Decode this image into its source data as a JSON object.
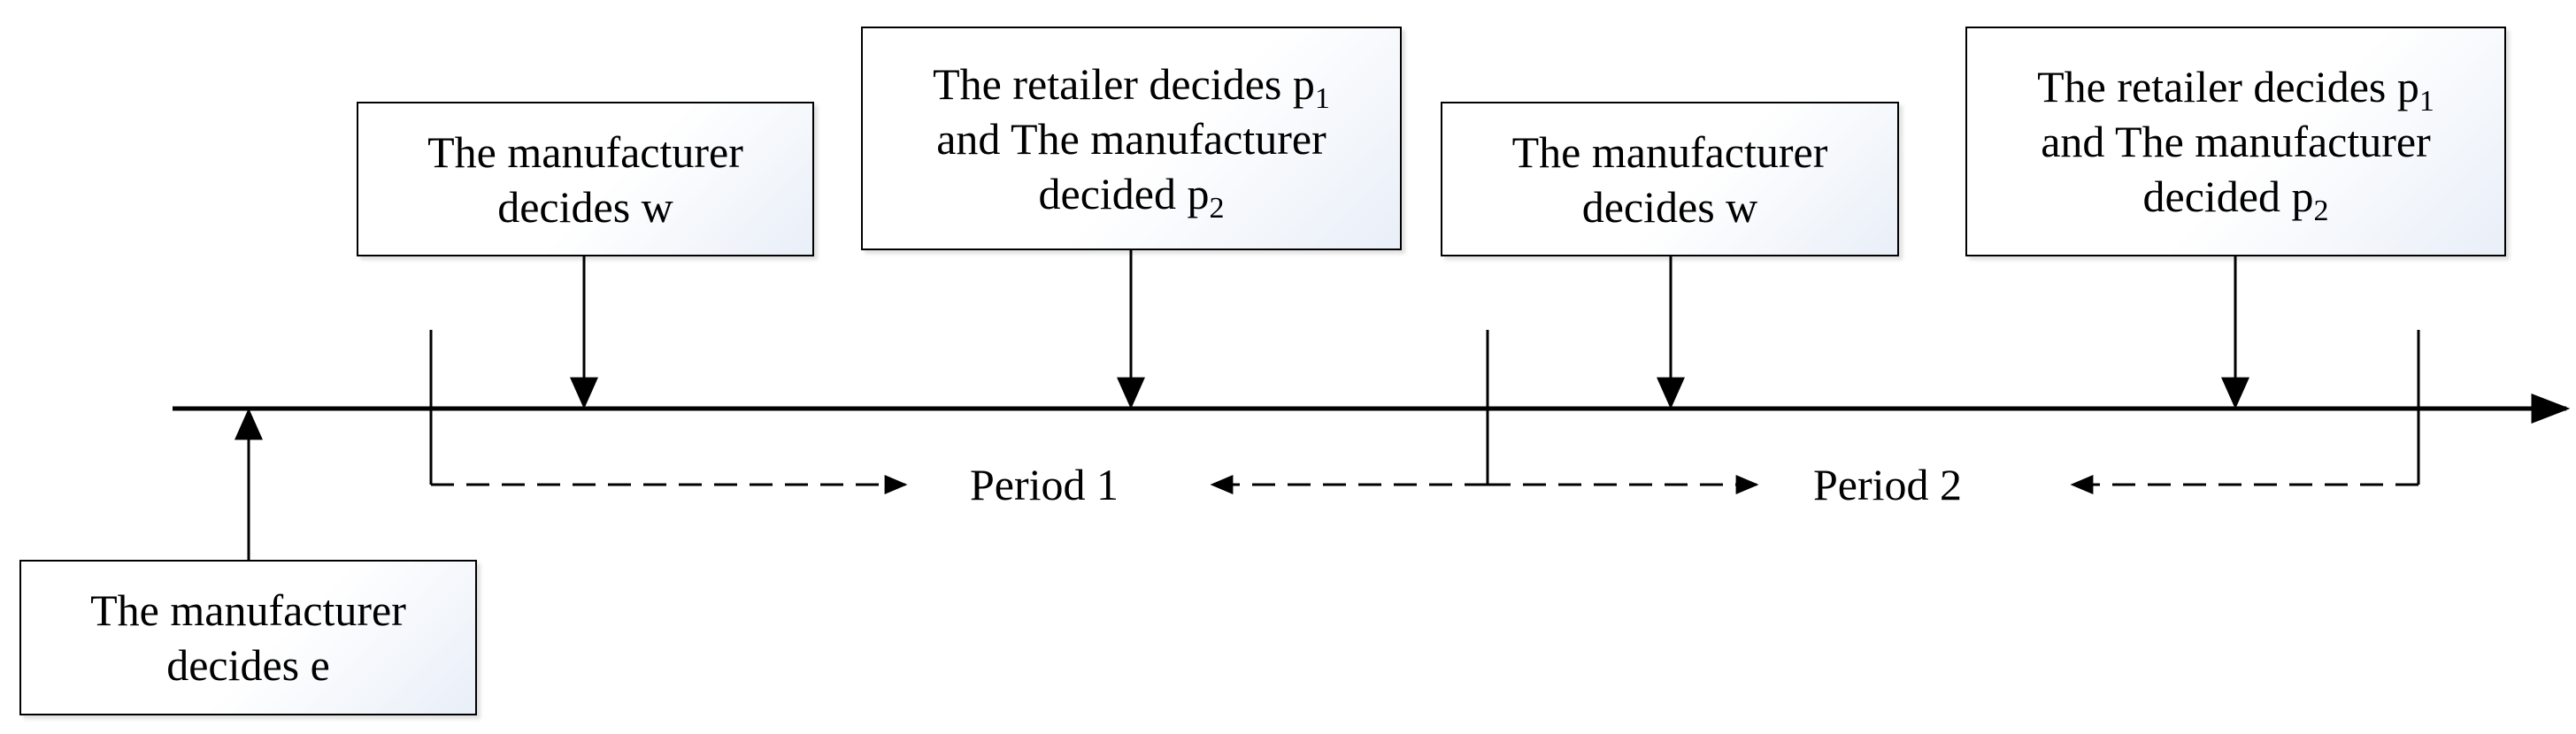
{
  "boxes": {
    "decide_e": {
      "line1": "The manufacturer",
      "line2": "decides e"
    },
    "p1_decide_w": {
      "line1": "The manufacturer",
      "line2": "decides w"
    },
    "p1_decide_prices": {
      "line1_text": "The retailer decides p",
      "line1_sub": "1",
      "line2": "and The manufacturer",
      "line3_text": "decided p",
      "line3_sub": "2"
    },
    "p2_decide_w": {
      "line1": "The manufacturer",
      "line2": "decides w"
    },
    "p2_decide_prices": {
      "line1_text": "The retailer decides p",
      "line1_sub": "1",
      "line2": "and The manufacturer",
      "line3_text": "decided p",
      "line3_sub": "2"
    }
  },
  "periods": [
    {
      "label": "Period 1"
    },
    {
      "label": "Period 2"
    }
  ]
}
